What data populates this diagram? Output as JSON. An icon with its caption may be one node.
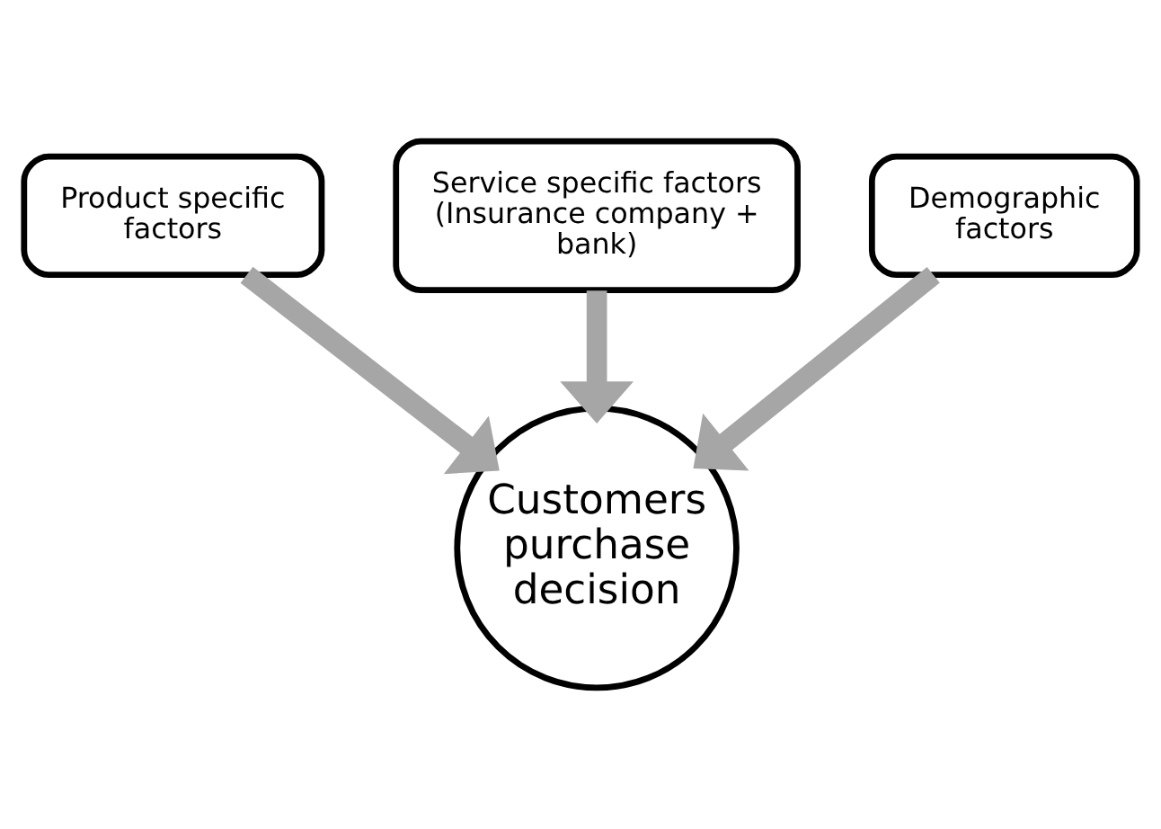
{
  "diagram": {
    "nodes": [
      {
        "text": [
          "Product specific factors"
        ]
      },
      {
        "text": [
          "Service specific factors (Insurance company + bank)"
        ]
      },
      {
        "text": [
          "Demographic factors"
        ]
      },
      {
        "text": [
          "Customers purchase decision"
        ]
      }
    ],
    "edges": [
      {
        "from": 0,
        "to": 3,
        "arrow": "to"
      },
      {
        "from": 1,
        "to": 3,
        "arrow": "to"
      },
      {
        "from": 2,
        "to": 3,
        "arrow": "to"
      }
    ]
  }
}
